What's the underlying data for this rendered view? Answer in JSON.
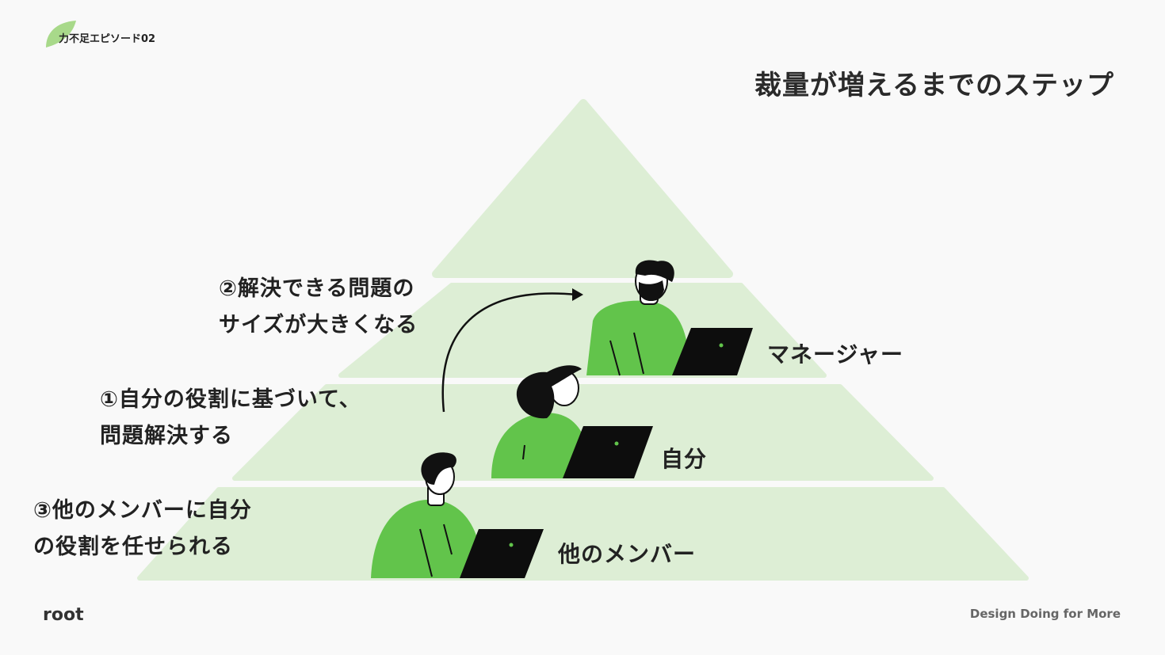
{
  "header": {
    "badge_text": "力不足エピソード02",
    "title": "裁量が増えるまでのステップ"
  },
  "pyramid": {
    "tiers": [
      {
        "label": "マネージャー"
      },
      {
        "label": "自分"
      },
      {
        "label": "他のメンバー"
      }
    ]
  },
  "notes": {
    "step2": [
      "②解決できる問題の",
      "サイズが大きくなる"
    ],
    "step1": [
      "①自分の役割に基づいて、",
      "問題解決する"
    ],
    "step3": [
      "③他のメンバーに自分",
      "の役割を任せられる"
    ]
  },
  "footer": {
    "logo": "root",
    "tagline": "Design Doing for More"
  },
  "colors": {
    "pyramid_fill": "#ddeed5",
    "figure_green": "#62c44b",
    "badge_leaf": "#a8d98a",
    "laptop": "#0d0d0d"
  },
  "icons": {
    "badge": "leaf-icon",
    "arrow": "curved-arrow-icon"
  }
}
